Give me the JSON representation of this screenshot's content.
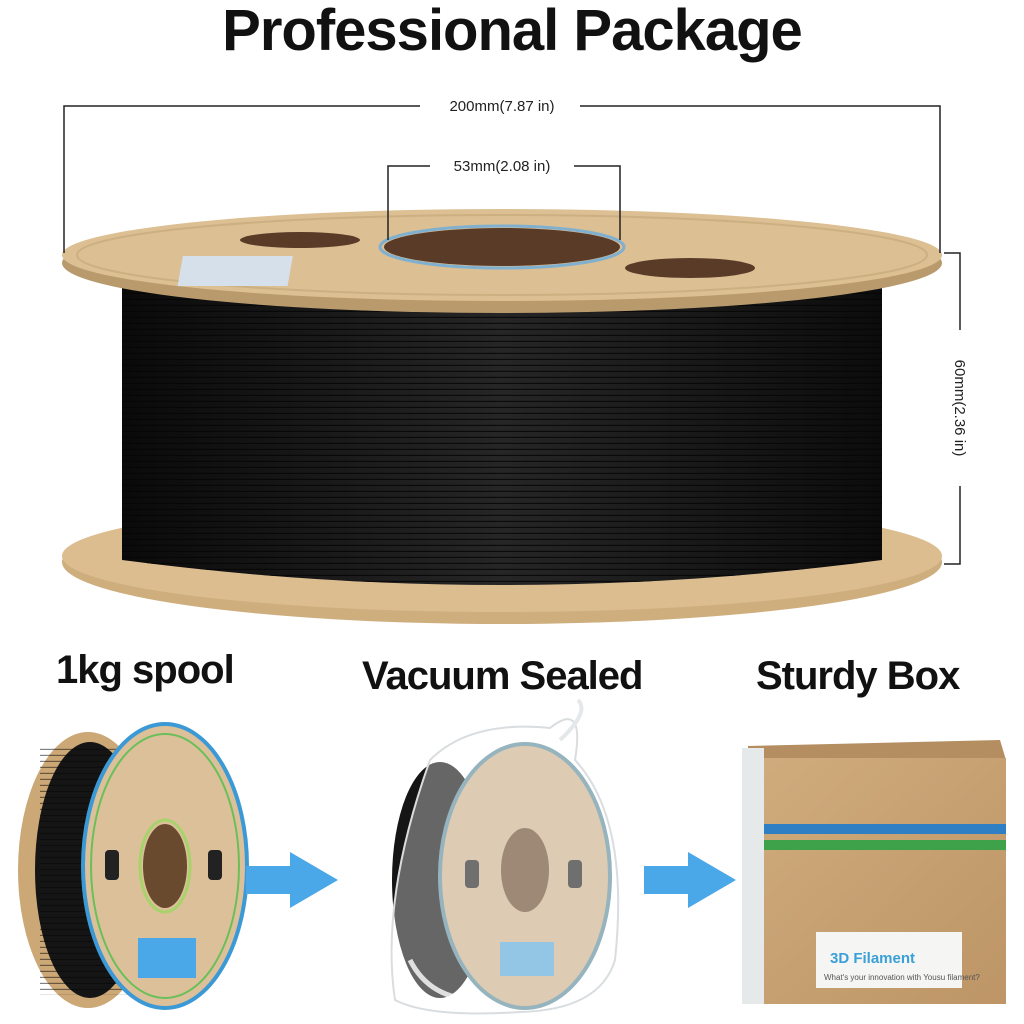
{
  "header": {
    "title": "Professional Package"
  },
  "dimensions": {
    "diameter": "200mm(7.87 in)",
    "hub": "53mm(2.08 in)",
    "height": "60mm(2.36 in)"
  },
  "steps": [
    {
      "label": "1kg spool"
    },
    {
      "label": "Vacuum Sealed"
    },
    {
      "label": "Sturdy Box"
    }
  ],
  "box": {
    "title": "3D Filament",
    "subtitle": "What's your innovation with Yousu filament?"
  },
  "colors": {
    "filament": "#141414",
    "spool_flange": "#d8b98a",
    "box": "#c7a274",
    "arrow": "#4aa8e8",
    "stripe_blue": "#2f7fc4",
    "stripe_green": "#3ea24a"
  }
}
